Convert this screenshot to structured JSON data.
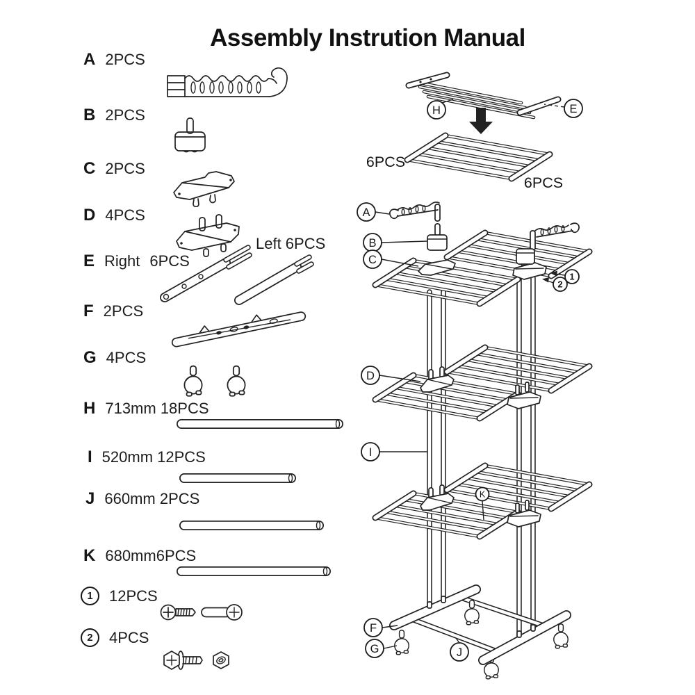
{
  "title": "Assembly Instrution Manual",
  "parts": [
    {
      "letter": "A",
      "qty": "2PCS"
    },
    {
      "letter": "B",
      "qty": "2PCS"
    },
    {
      "letter": "C",
      "qty": "2PCS"
    },
    {
      "letter": "D",
      "qty": "4PCS"
    },
    {
      "letter": "E",
      "right_label": "Right",
      "qty": "6PCS",
      "left_label": "Left 6PCS"
    },
    {
      "letter": "F",
      "qty": "2PCS"
    },
    {
      "letter": "G",
      "qty": "4PCS"
    },
    {
      "letter": "H",
      "qty": "713mm 18PCS"
    },
    {
      "letter": "I",
      "qty": "520mm 12PCS"
    },
    {
      "letter": "J",
      "qty": "660mm 2PCS"
    },
    {
      "letter": "K",
      "qty": "680mm6PCS"
    },
    {
      "letter": "1",
      "qty": "12PCS",
      "circled": true
    },
    {
      "letter": "2",
      "qty": "4PCS",
      "circled": true
    }
  ],
  "diagram": {
    "top_labels": {
      "h": "H",
      "e": "E"
    },
    "qty_left": "6PCS",
    "qty_right": "6PCS",
    "labels": {
      "a": "A",
      "b": "B",
      "c": "C",
      "d": "D",
      "i": "I",
      "k": "K",
      "f": "F",
      "g": "G",
      "j": "J",
      "n1": "1",
      "n2": "2"
    }
  }
}
